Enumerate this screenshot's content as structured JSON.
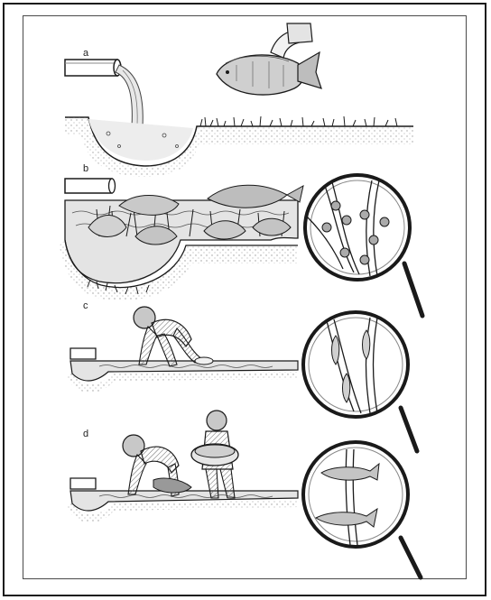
{
  "stages": [
    {
      "label": "a"
    },
    {
      "label": "b"
    },
    {
      "label": "c"
    },
    {
      "label": "d"
    }
  ],
  "colors": {
    "ink": "#1a1a1a",
    "grey": "#7a7a7a",
    "water": "#d9d9d9",
    "paper": "#ffffff"
  }
}
